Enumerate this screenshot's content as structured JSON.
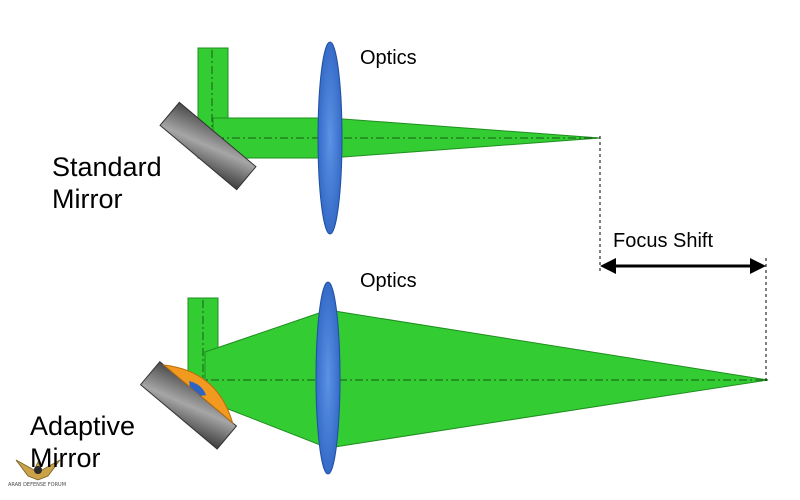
{
  "labels": {
    "optics_top": "Optics",
    "optics_bottom": "Optics",
    "focus_shift": "Focus Shift",
    "standard_mirror": "Standard\nMirror",
    "adaptive_mirror": "Adaptive\nMirror"
  },
  "watermark": {
    "text": "ARAB DEFENSE FORUM"
  },
  "colors": {
    "beam": "#33cc33",
    "beam_edge": "#1f8f1f",
    "lens": "#3a78d8",
    "mirror": "#7a7a7a",
    "deformable_surface": "#f29a1f",
    "axis": "#1a5a1a",
    "arrow": "#000000"
  },
  "icons": {
    "watermark": "winged-emblem-icon"
  }
}
